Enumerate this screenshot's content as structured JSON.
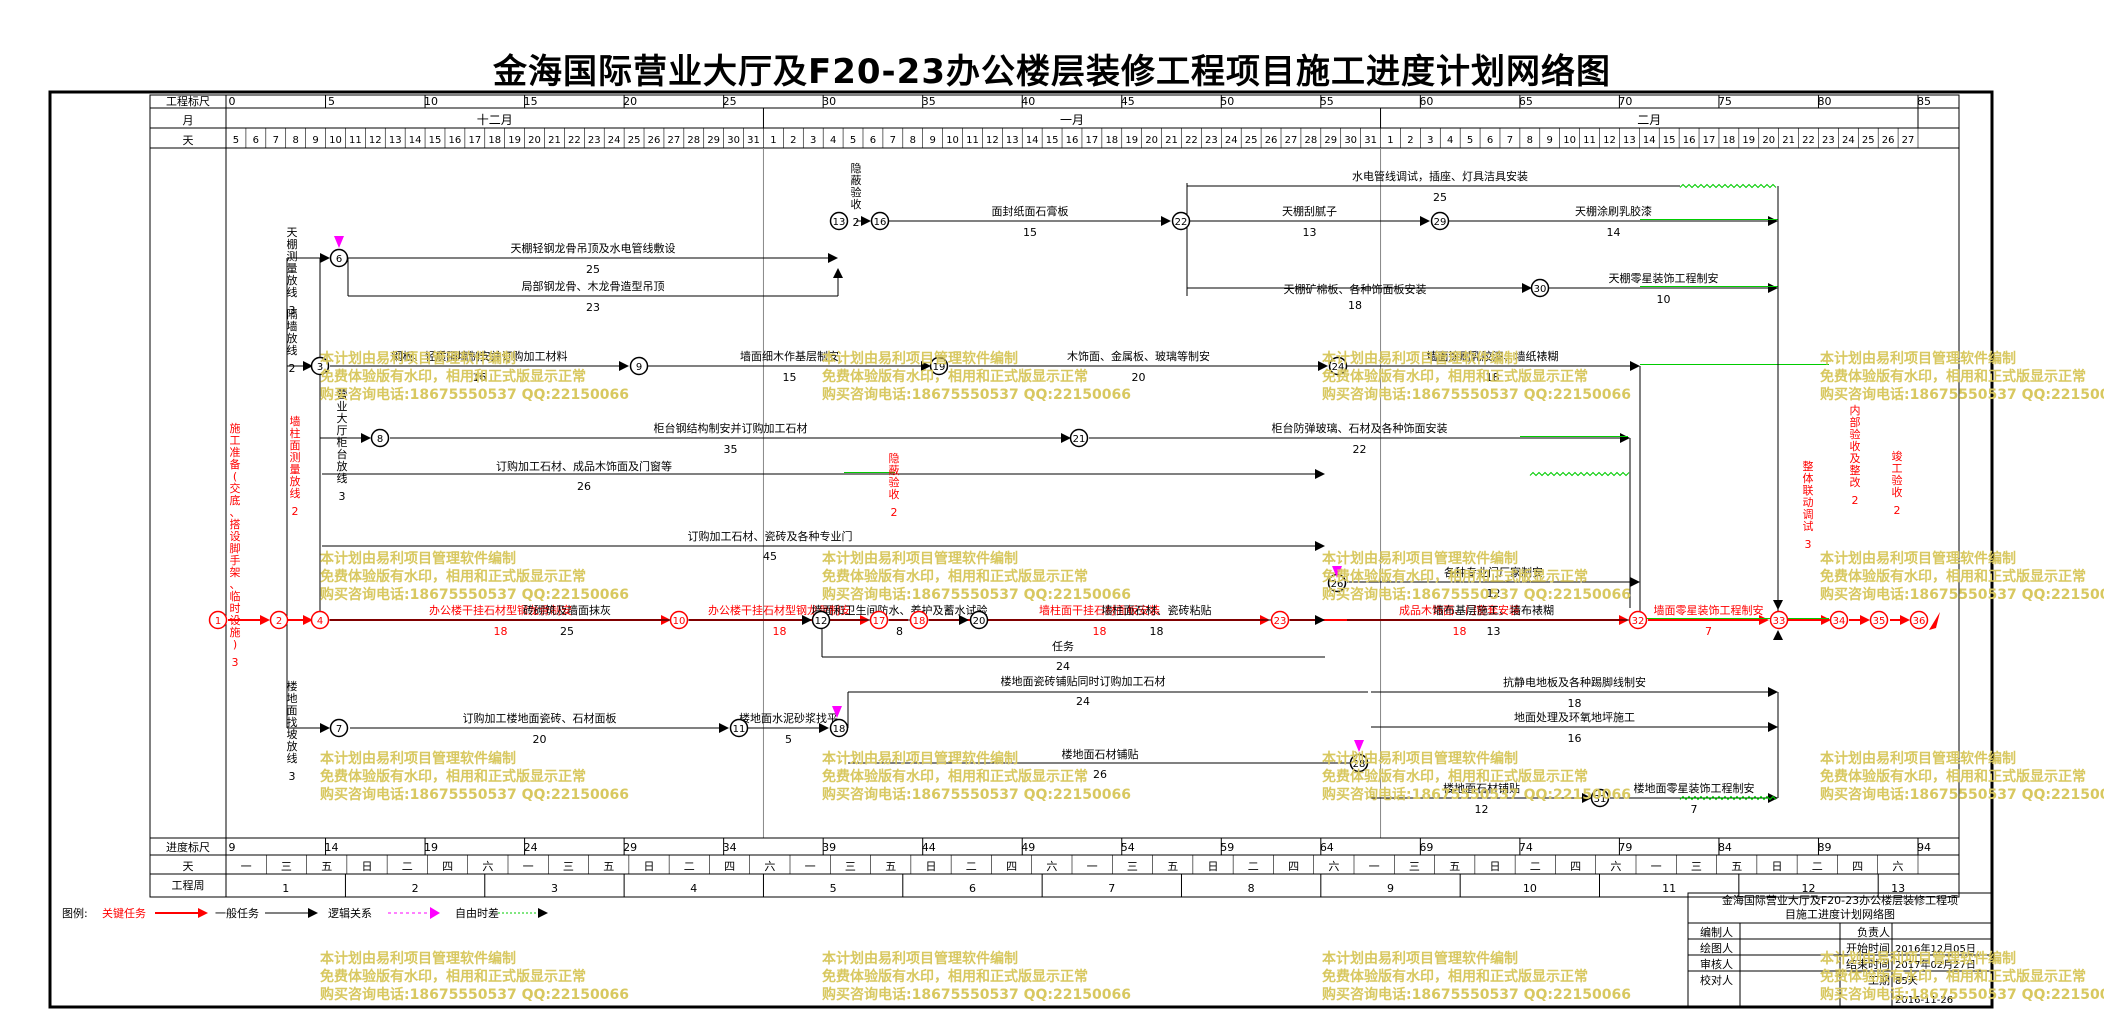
{
  "title": "金海国际营业大厅及F20-23办公楼层装修工程项目施工进度计划网络图",
  "scale_rows": {
    "project_scale_label": "工程标尺",
    "month_label": "月",
    "day_label": "天",
    "progress_scale_label": "进度标尺",
    "week_day_label": "天",
    "work_week_label": "工程周"
  },
  "project_scale_ticks": [
    "0",
    "5",
    "10",
    "15",
    "20",
    "25",
    "30",
    "35",
    "40",
    "45",
    "50",
    "55",
    "60",
    "65",
    "70",
    "75",
    "80",
    "85"
  ],
  "months": [
    "十二月",
    "一月",
    "二月"
  ],
  "days": [
    "5",
    "6",
    "7",
    "8",
    "9",
    "10",
    "11",
    "12",
    "13",
    "14",
    "15",
    "16",
    "17",
    "18",
    "19",
    "20",
    "21",
    "22",
    "23",
    "24",
    "25",
    "26",
    "27",
    "28",
    "29",
    "30",
    "31",
    "1",
    "2",
    "3",
    "4",
    "5",
    "6",
    "7",
    "8",
    "9",
    "10",
    "11",
    "12",
    "13",
    "14",
    "15",
    "16",
    "17",
    "18",
    "19",
    "20",
    "21",
    "22",
    "23",
    "24",
    "25",
    "26",
    "27",
    "28",
    "29",
    "30",
    "31",
    "1",
    "2",
    "3",
    "4",
    "5",
    "6",
    "7",
    "8",
    "9",
    "10",
    "11",
    "12",
    "13",
    "14",
    "15",
    "16",
    "17",
    "18",
    "19",
    "20",
    "21",
    "22",
    "23",
    "24",
    "25",
    "26",
    "27"
  ],
  "progress_ticks": [
    "9",
    "14",
    "19",
    "24",
    "29",
    "34",
    "39",
    "44",
    "49",
    "54",
    "59",
    "64",
    "69",
    "74",
    "79",
    "84",
    "89",
    "94"
  ],
  "weekdays": [
    "一",
    "三",
    "五",
    "日",
    "二",
    "四",
    "六",
    "一",
    "三",
    "五",
    "日",
    "二",
    "四",
    "六",
    "一",
    "三",
    "五",
    "日",
    "二",
    "四",
    "六",
    "一",
    "三",
    "五",
    "日",
    "二",
    "四",
    "六",
    "一",
    "三",
    "五",
    "日",
    "二",
    "四",
    "六",
    "一",
    "三",
    "五",
    "日",
    "二",
    "四",
    "六"
  ],
  "work_weeks": [
    "1",
    "2",
    "3",
    "4",
    "5",
    "6",
    "7",
    "8",
    "9",
    "10",
    "11",
    "12",
    "13"
  ],
  "nodes": [
    "1",
    "2",
    "3",
    "4",
    "6",
    "7",
    "8",
    "9",
    "10",
    "11",
    "12",
    "13",
    "16",
    "17",
    "18",
    "18",
    "19",
    "20",
    "21",
    "22",
    "23",
    "24",
    "26",
    "28",
    "29",
    "30",
    "31",
    "32",
    "33",
    "34",
    "35",
    "36"
  ],
  "tasks": [
    {
      "label": "天棚轻钢龙骨吊顶及水电管线敷设",
      "dur": "25"
    },
    {
      "label": "局部钢龙骨、木龙骨造型吊顶",
      "dur": "23"
    },
    {
      "label": "面封纸面石膏板",
      "dur": "15"
    },
    {
      "label": "水电管线调试，插座、灯具洁具安装",
      "dur": "25"
    },
    {
      "label": "天棚刮腻子",
      "dur": "13"
    },
    {
      "label": "天棚涂刷乳胶漆",
      "dur": "14"
    },
    {
      "label": "天棚矿棉板、各种饰面板安装",
      "dur": "18"
    },
    {
      "label": "天棚零星装饰工程制安",
      "dur": "10"
    },
    {
      "label": "钢板、轻质隔墙制安并订购加工材料",
      "dur": "16"
    },
    {
      "label": "墙面细木作基层制安",
      "dur": "15"
    },
    {
      "label": "木饰面、金属板、玻璃等制安",
      "dur": "20"
    },
    {
      "label": "墙面涂刷乳胶漆、墙纸裱糊",
      "dur": "18"
    },
    {
      "label": "柜台钢结构制安并订购加工石材",
      "dur": "35"
    },
    {
      "label": "柜台防弹玻璃、石材及各种饰面安装",
      "dur": "22"
    },
    {
      "label": "订购加工石材、成品木饰面及门窗等",
      "dur": "26"
    },
    {
      "label": "办公楼干挂石材型钢龙骨制安",
      "dur": "18"
    },
    {
      "label": "办公楼干挂石材型钢龙骨制安",
      "dur": "18"
    },
    {
      "label": "墙柱面干挂石材面板安装",
      "dur": "18"
    },
    {
      "label": "成品木饰面、门窗套安装",
      "dur": "18"
    },
    {
      "label": "墙面零星装饰工程制安",
      "dur": "7"
    },
    {
      "label": "订购加工石材、瓷砖及各种专业门",
      "dur": "45"
    },
    {
      "label": "各种专业门厂家制安",
      "dur": "12"
    },
    {
      "label": "墙布基层施工、墙布裱糊",
      "dur": "13"
    },
    {
      "label": "砖砌筑及墙面抹灰",
      "dur": "25"
    },
    {
      "label": "墙面和卫生间防水、养护及蓄水试验",
      "dur": "8"
    },
    {
      "label": "墙柱面石材、瓷砖粘贴",
      "dur": "18"
    },
    {
      "label": "任务",
      "dur": "24"
    },
    {
      "label": "订购加工楼地面瓷砖、石材面板",
      "dur": "20"
    },
    {
      "label": "楼地面水泥砂浆找平",
      "dur": "5"
    },
    {
      "label": "楼地面瓷砖铺贴同时订购加工石材",
      "dur": "24"
    },
    {
      "label": "抗静电地板及各种踢脚线制安",
      "dur": "18"
    },
    {
      "label": "地面处理及环氧地坪施工",
      "dur": "16"
    },
    {
      "label": "楼地面石材铺贴",
      "dur": "26"
    },
    {
      "label": "楼地面石材铺贴",
      "dur": "12"
    },
    {
      "label": "楼地面零星装饰工程制安",
      "dur": "7"
    }
  ],
  "vertical_tasks": [
    {
      "label": "施工准备(交底、搭设脚手架、临时设施)",
      "dur": "3"
    },
    {
      "label": "墙柱面测量放线",
      "dur": "2"
    },
    {
      "label": "天棚测量放线",
      "dur": "3"
    },
    {
      "label": "隔墙放线",
      "dur": "2"
    },
    {
      "label": "营业大厅柜台放线",
      "dur": "3"
    },
    {
      "label": "隐蔽验收",
      "dur": "2"
    },
    {
      "label": "隐蔽验收",
      "dur": "2"
    },
    {
      "label": "楼地面找坡放线",
      "dur": "3"
    },
    {
      "label": "整体联动调试",
      "dur": "3"
    },
    {
      "label": "内部验收及整改",
      "dur": "2"
    },
    {
      "label": "竣工验收",
      "dur": "2"
    }
  ],
  "legend": {
    "label": "图例:",
    "critical": "关键任务",
    "normal": "一般任务",
    "logic": "逻辑关系",
    "float": "自由时差"
  },
  "title_block": {
    "name": "金海国际营业大厅及F20-23办公楼层装修工程项目施工进度计划网络图",
    "rows": [
      {
        "k": "编制人",
        "v": "",
        "k2": "负责人",
        "v2": ""
      },
      {
        "k": "绘图人",
        "v": "",
        "k2": "开始时间",
        "v2": "2016年12月05日"
      },
      {
        "k": "审核人",
        "v": "",
        "k2": "结束时间",
        "v2": "2017年02月27日"
      },
      {
        "k": "校对人",
        "v": "",
        "k2": "工期",
        "v2": "85天"
      }
    ],
    "date": "2016-11-26"
  },
  "watermark": [
    "本计划由易利项目管理软件编制",
    "免费体验版有水印，相用和正式版显示正常",
    "购买咨询电话:18675550537 QQ:22150066"
  ],
  "colors": {
    "critical": "#ff0000",
    "normal": "#000000",
    "float": "#00cc00",
    "logic": "#ff00ff",
    "watermark": "#d8c860"
  }
}
